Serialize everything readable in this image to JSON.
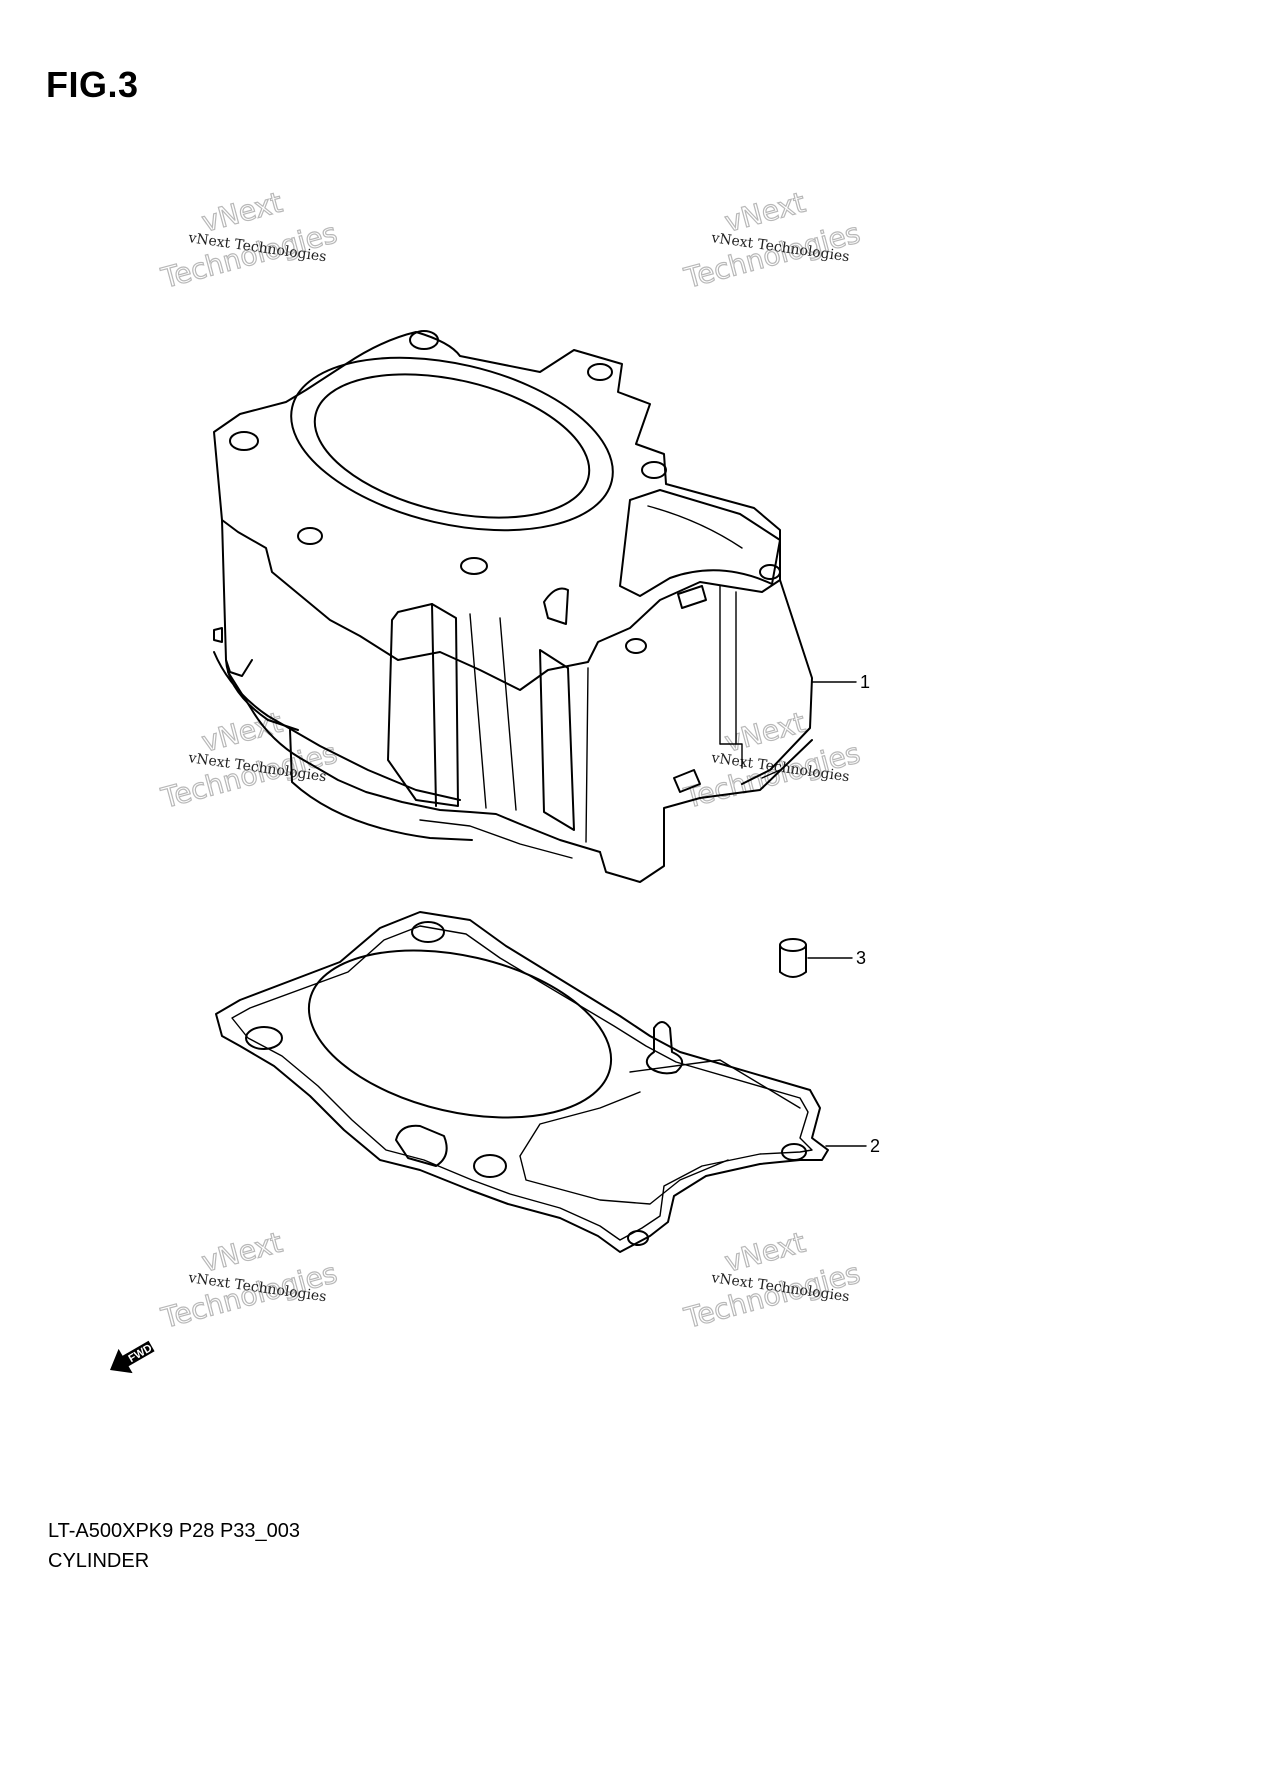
{
  "figure": {
    "title": "FIG.3",
    "code": "LT-A500XPK9 P28 P33_003",
    "name": "CYLINDER"
  },
  "watermark": {
    "line_small": "vNext Technologies",
    "line_big_1": "vNext",
    "line_big_2": "Technologies"
  },
  "callouts": [
    {
      "number": "1",
      "part": "cylinder"
    },
    {
      "number": "2",
      "part": "cylinder-gasket"
    },
    {
      "number": "3",
      "part": "dowel-pin"
    }
  ],
  "forward_indicator": {
    "label": "FWD"
  }
}
